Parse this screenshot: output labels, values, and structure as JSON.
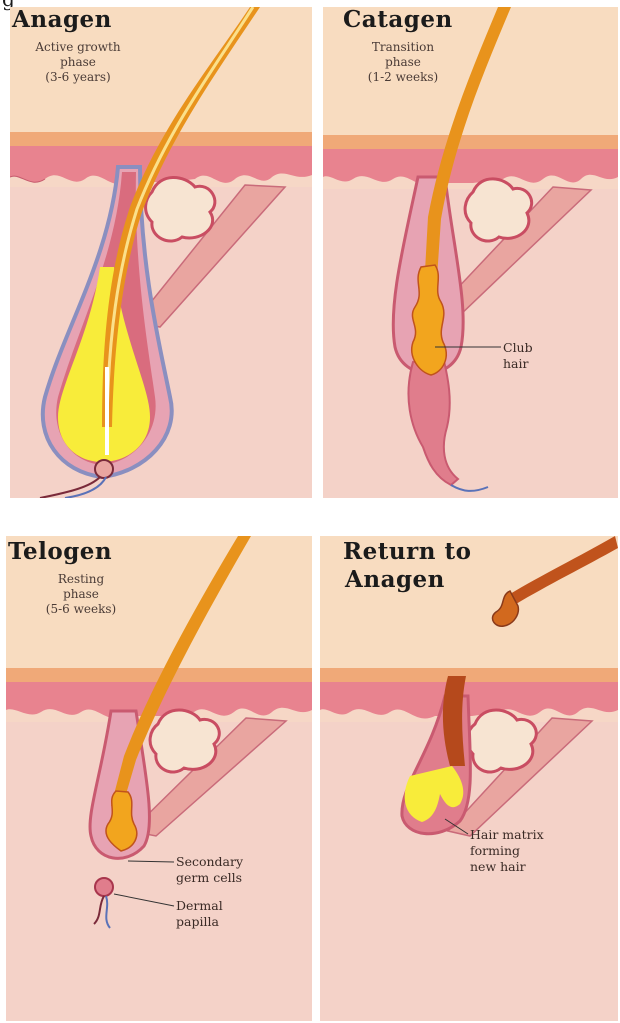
{
  "figure_caption_fragment": "g",
  "panels": {
    "anagen": {
      "title": "Anagen",
      "subtitle": [
        "Active growth",
        "phase",
        "(3-6 years)"
      ]
    },
    "catagen": {
      "title": "Catagen",
      "subtitle": [
        "Transition",
        "phase",
        "(1-2 weeks)"
      ],
      "labels": [
        "Club",
        "hair"
      ]
    },
    "telogen": {
      "title": "Telogen",
      "subtitle": [
        "Resting",
        "phase",
        "(5-6 weeks)"
      ],
      "labels": [
        "Secondary",
        "germ cells",
        "Dermal",
        "papilla"
      ]
    },
    "return": {
      "title": [
        "Return to",
        "Anagen"
      ],
      "labels": [
        "Hair matrix",
        "forming",
        "new hair"
      ]
    }
  },
  "colors": {
    "background": "#f6d7c6",
    "skin_surface": "#f0a978",
    "epidermis": "#e8838f",
    "hair_shaft": "#e8931c",
    "hair_bulb": "#f8ec3a",
    "follicle_sheath": "#d96c7e",
    "sebaceous_gland": "#f7e4d2"
  }
}
